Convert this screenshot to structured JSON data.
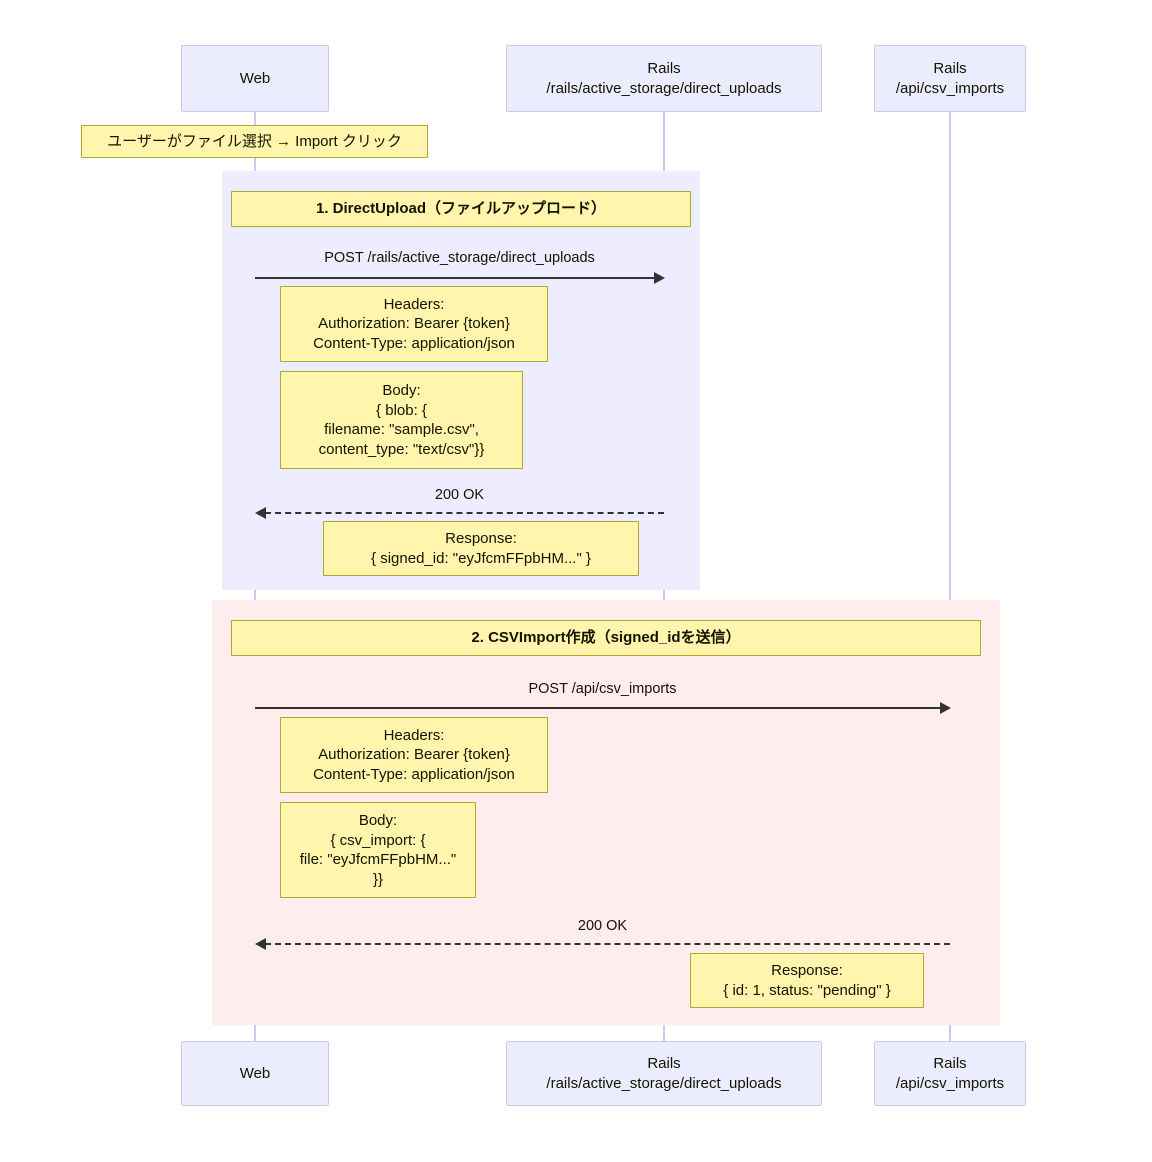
{
  "diagram": {
    "type": "sequence-diagram",
    "colors": {
      "participant_fill": "#ececff",
      "participant_border": "#cfc7ef",
      "lifeline": "#cfc7ef",
      "note_fill": "#fff5ad",
      "note_border": "#aaaa33",
      "block_1_fill": "#ededff",
      "block_2_fill": "#fdeded",
      "arrow": "#333333",
      "text": "#131300"
    },
    "participants": [
      {
        "id": "web",
        "line1": "Web",
        "line2": ""
      },
      {
        "id": "du",
        "line1": "Rails",
        "line2": "/rails/active_storage/direct_uploads"
      },
      {
        "id": "api",
        "line1": "Rails",
        "line2": "/api/csv_imports"
      }
    ],
    "top_note": {
      "text": "ユーザーがファイル選択 → Import クリック"
    },
    "blocks": [
      {
        "id": "block-1",
        "label": "1. DirectUpload（ファイルアップロード）",
        "messages": [
          {
            "id": "m1",
            "label": "POST /rails/active_storage/direct_uploads",
            "style": "solid",
            "direction": "right"
          },
          {
            "id": "m2",
            "label": "200 OK",
            "style": "dashed",
            "direction": "left"
          }
        ],
        "notes": [
          {
            "id": "n1-headers",
            "lines": [
              "Headers:",
              "Authorization: Bearer {token}",
              "Content-Type: application/json"
            ]
          },
          {
            "id": "n1-body",
            "lines": [
              "Body:",
              "{ blob: {",
              "filename: \"sample.csv\",",
              "content_type: \"text/csv\"}}"
            ]
          },
          {
            "id": "n1-response",
            "lines": [
              "Response:",
              "{ signed_id: \"eyJfcmFFpbHM...\" }"
            ]
          }
        ]
      },
      {
        "id": "block-2",
        "label": "2. CSVImport作成（signed_idを送信）",
        "messages": [
          {
            "id": "m3",
            "label": "POST /api/csv_imports",
            "style": "solid",
            "direction": "right"
          },
          {
            "id": "m4",
            "label": "200 OK",
            "style": "dashed",
            "direction": "left"
          }
        ],
        "notes": [
          {
            "id": "n2-headers",
            "lines": [
              "Headers:",
              "Authorization: Bearer {token}",
              "Content-Type: application/json"
            ]
          },
          {
            "id": "n2-body",
            "lines": [
              "Body:",
              "{ csv_import: {",
              "file: \"eyJfcmFFpbHM...\"",
              "}}"
            ]
          },
          {
            "id": "n2-response",
            "lines": [
              "Response:",
              "{ id: 1, status: \"pending\" }"
            ]
          }
        ]
      }
    ]
  }
}
